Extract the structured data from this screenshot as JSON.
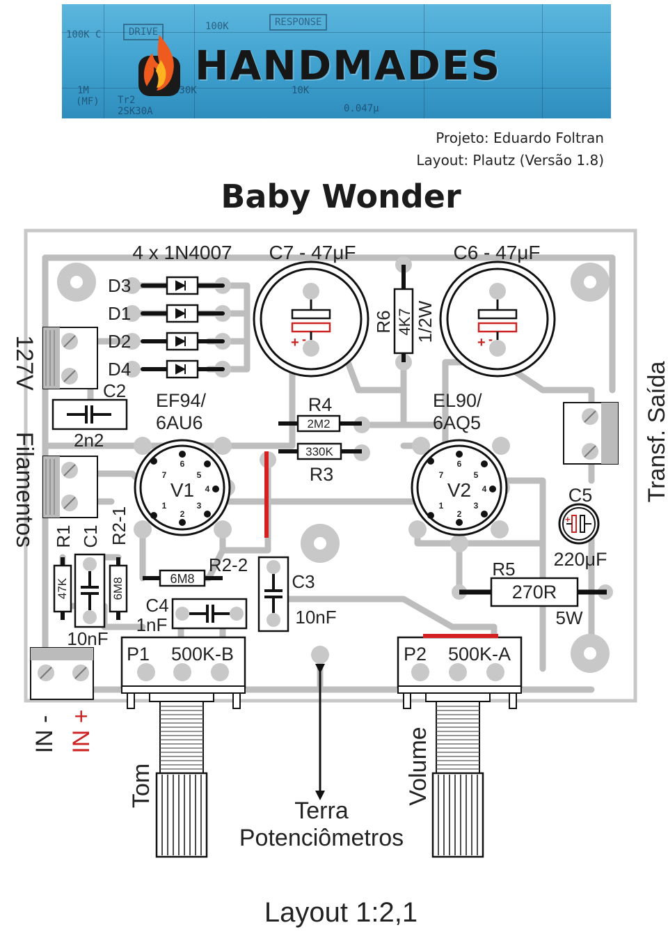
{
  "header": {
    "brand": "HANDMADES",
    "banner_labels": [
      "DRIVE",
      "RESPONSE",
      "100K",
      "100K C",
      "330K",
      "10K",
      "1M",
      "(MF)",
      "Tr2",
      "2SK30A",
      "0.047μ"
    ],
    "project_credit": "Projeto: Eduardo Foltran",
    "layout_credit": "Layout: Plautz (Versão 1.8)"
  },
  "title": "Baby Wonder",
  "board": {
    "diodes_label": "4 x 1N4007",
    "diodes": [
      "D3",
      "D1",
      "D2",
      "D4"
    ],
    "c7": "C7 - 47μF",
    "c6": "C6 - 47μF",
    "r6": {
      "name": "R6",
      "value": "4K7",
      "rating": "1/2W"
    },
    "c2": {
      "name": "C2",
      "value": "2n2"
    },
    "tube1": {
      "type": "EF94/",
      "alt": "6AU6",
      "name": "V1"
    },
    "tube2": {
      "type": "EL90/",
      "alt": "6AQ5",
      "name": "V2"
    },
    "pins": [
      "1",
      "2",
      "3",
      "4",
      "5",
      "6",
      "7"
    ],
    "r4": {
      "name": "R4",
      "value": "2M2"
    },
    "r3": {
      "name": "R3",
      "value": "330K"
    },
    "c5": {
      "name": "C5",
      "value": "220μF"
    },
    "r5": {
      "name": "R5",
      "value": "270R",
      "rating": "5W"
    },
    "r1": {
      "name": "R1",
      "value": "47K"
    },
    "c1": {
      "name": "C1",
      "value": "10nF"
    },
    "r21": {
      "name": "R2-1",
      "value": "6M8"
    },
    "r22": {
      "name": "R2-2",
      "value": "6M8"
    },
    "c4": {
      "name": "C4",
      "value": "1nF"
    },
    "c3": {
      "name": "C3",
      "value": "10nF"
    },
    "p1": {
      "name": "P1",
      "value": "500K-B"
    },
    "p2": {
      "name": "P2",
      "value": "500K-A"
    },
    "polarity_plus": "+",
    "polarity_minus": "-"
  },
  "side_labels": {
    "left_voltage": "127V",
    "left_label": "Filamentos",
    "right_label": "Transf. Saída",
    "in_minus": "IN -",
    "in_plus": "IN +",
    "tom": "Tom",
    "volume": "Volume",
    "terra": "Terra",
    "potenciometros": "Potenciômetros"
  },
  "footer": "Layout 1:2,1",
  "colors": {
    "trace": "#bdbdbd",
    "pad": "#c8c8c8",
    "component": "#111111",
    "polarity": "#cc2222",
    "jumper": "#d42020",
    "banner": "#4aa8d6"
  }
}
